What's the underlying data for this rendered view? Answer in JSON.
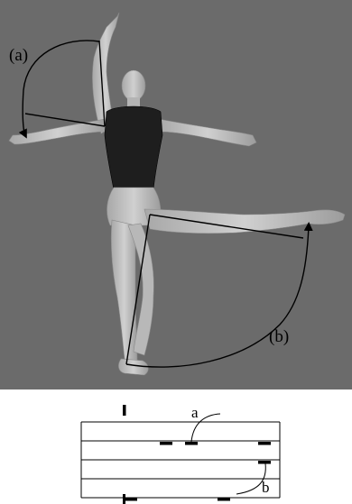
{
  "render": {
    "background": "#6b6b6b",
    "figure_skin": "#c9c9c9",
    "figure_shadow": "#9a9a9a",
    "shirt": "#1e1e1e",
    "annotation": "#000000",
    "page": "#ffffff"
  },
  "labels": {
    "arm_label": "(a)",
    "leg_label": "(b)",
    "score_a": "a",
    "score_b": "b"
  }
}
